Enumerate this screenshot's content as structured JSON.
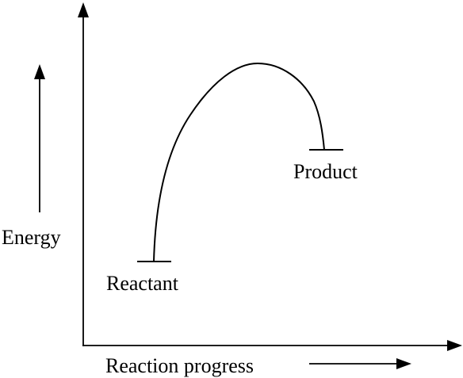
{
  "diagram": {
    "y_axis_label": "Energy",
    "x_axis_label": "Reaction progress",
    "reactant_label": "Reactant",
    "product_label": "Product",
    "line_color": "#000000",
    "background_color": "#ffffff"
  }
}
